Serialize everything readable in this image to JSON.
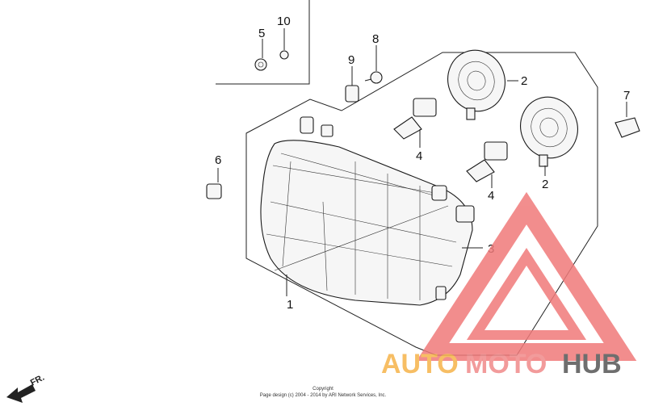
{
  "diagram": {
    "callouts": [
      "1",
      "2",
      "2",
      "3",
      "4",
      "4",
      "5",
      "6",
      "7",
      "8",
      "9",
      "10"
    ],
    "front_marker": "FR.",
    "copyright": {
      "line1": "Copyright",
      "line2": "Page design (c) 2004 - 2014 by ARI Network Services, Inc."
    }
  },
  "watermark": {
    "part1": "AUTO",
    "part2": "MOTO",
    "part3": "HUB",
    "colors": {
      "auto": "#f6b34a",
      "moto": "#f08a8a",
      "hub": "#555555",
      "triangle": "#f07a7a"
    }
  }
}
